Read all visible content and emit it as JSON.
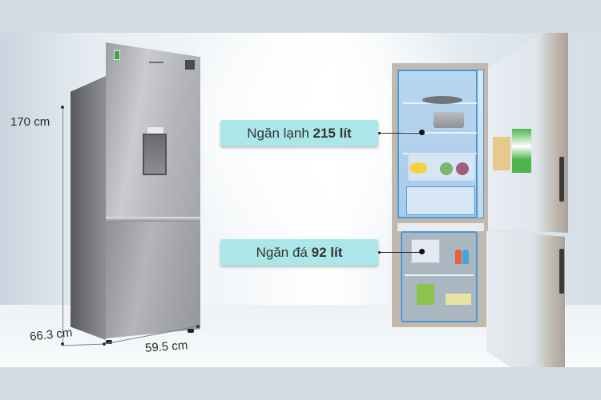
{
  "image": {
    "type": "product-infographic",
    "product": "refrigerator",
    "colors": {
      "band": "#d1dde3",
      "callout_bg": "#abe6e8",
      "highlight_blue": "#4a98dc",
      "text": "#333333"
    }
  },
  "dimensions": {
    "height": "170 cm",
    "depth": "66.3 cm",
    "width": "59.5 cm"
  },
  "callouts": [
    {
      "label": "Ngăn lạnh",
      "value": "215 lít"
    },
    {
      "label": "Ngăn đá",
      "value": "92 lít"
    }
  ]
}
